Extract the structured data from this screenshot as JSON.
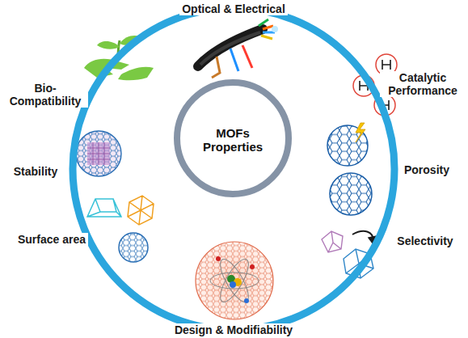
{
  "diagram": {
    "nodes": [
      {
        "text": [
          "Optical & Electrical",
          "Catalytic Performance",
          "Porosity",
          "Selectivity",
          "Design & Modifiability",
          "Surface area",
          "Stability",
          "Bio-Compatibility"
        ]
      },
      {
        "text": [
          "MOFs Properties"
        ],
        "in": 0
      }
    ]
  }
}
